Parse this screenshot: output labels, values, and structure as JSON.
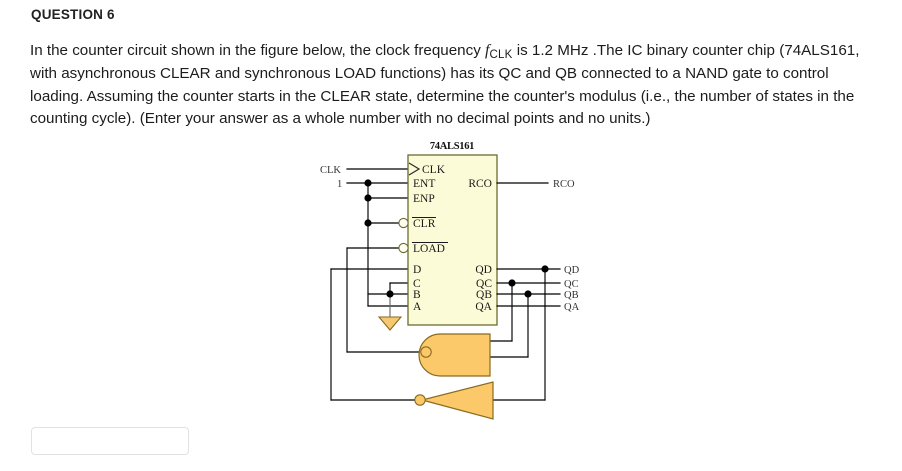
{
  "page": {
    "heading": "QUESTION 6",
    "body_line1_a": "In the counter circuit shown in the figure below, the clock frequency ",
    "body_var": "f",
    "body_var_sub": "CLK",
    "body_line1_b": " is 1.2 MHz .The IC binary counter chip",
    "body_rest": "(74ALS161, with asynchronous CLEAR and synchronous LOAD functions) has its QC and QB connected to a NAND gate to control loading.  Assuming the counter starts in the CLEAR state, determine the counter's modulus (i.e., the number of states in the counting cycle).  (Enter your answer as a whole number with no decimal points and no units.)",
    "background": "#ffffff"
  },
  "answer": {
    "value": "",
    "placeholder": ""
  },
  "figure": {
    "chip_title": "74ALS161",
    "chip_fill": "#fcfbd8",
    "chip_stroke": "#6b6b34",
    "gate_fill": "#fbc969",
    "gate_stroke": "#8a6a1e",
    "ground_fill": "#f7c872",
    "wire_color": "#000000",
    "inputs_left": [
      {
        "pin": "CLK",
        "label": "CLK"
      },
      {
        "pin": "ENT",
        "label": "1"
      },
      {
        "pin": "ENP",
        "label": ""
      },
      {
        "pin": "CLR",
        "label": ""
      },
      {
        "pin": "LOAD",
        "label": ""
      },
      {
        "pin": "D",
        "label": ""
      },
      {
        "pin": "C",
        "label": ""
      },
      {
        "pin": "B",
        "label": ""
      },
      {
        "pin": "A",
        "label": ""
      }
    ],
    "pin_labels_left": [
      "CLK",
      "ENT",
      "ENP",
      "CLR",
      "LOAD",
      "D",
      "C",
      "B",
      "A"
    ],
    "pin_labels_right": [
      "RCO",
      "QD",
      "QC",
      "QB",
      "QA"
    ],
    "external_labels_right": [
      "RCO",
      "QD",
      "QC",
      "QB",
      "QA"
    ],
    "external_label_clk": "CLK",
    "external_label_one": "1",
    "overbar_pins": [
      "CLR",
      "LOAD"
    ],
    "gates": [
      {
        "type": "nand",
        "name": "load-control-nand",
        "inputs": [
          "QC",
          "QB"
        ],
        "output_to": "LOAD"
      },
      {
        "type": "inverter",
        "name": "data-inverter",
        "inputs": [
          "QD"
        ],
        "output_to": "D"
      }
    ],
    "tied_low": [
      "C",
      "B"
    ],
    "tied_high": [
      "ENT",
      "ENP",
      "CLR",
      "A"
    ]
  }
}
